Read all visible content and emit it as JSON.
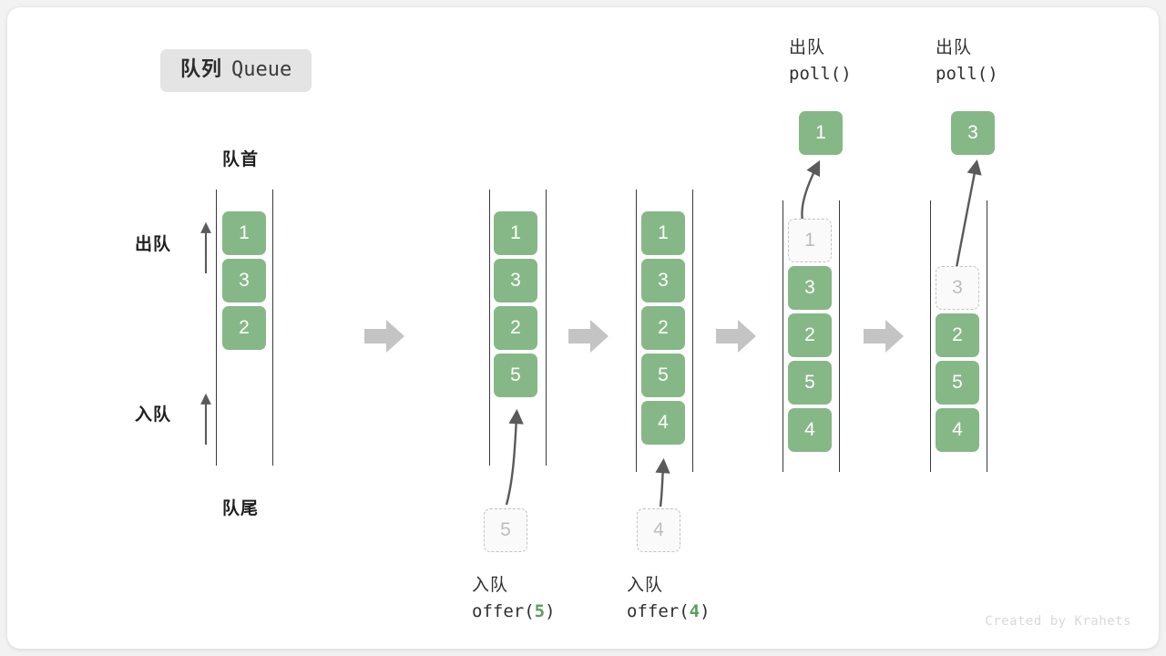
{
  "title": {
    "cn": "队列",
    "en": "Queue"
  },
  "labels": {
    "head": "队首",
    "tail": "队尾",
    "dequeue_side": "出队",
    "enqueue_side": "入队"
  },
  "colors": {
    "cell_green": "#86b887",
    "ghost_fill": "#fafafa",
    "ghost_border": "#c3c3c3",
    "rail": "#3a3a3a",
    "flow_arrow": "#c4c4c4",
    "badge_bg": "#e4e4e4",
    "text_dark": "#1f1f1f",
    "arg_green": "#5a9e5e",
    "watermark": "#d9d9d9"
  },
  "stages": [
    {
      "id": "initial",
      "cells": [
        "1",
        "3",
        "2"
      ],
      "ghost_index": null,
      "pending": null,
      "popped": null,
      "caption": null,
      "top_label": null
    },
    {
      "id": "offer-5",
      "cells": [
        "1",
        "3",
        "2",
        "5"
      ],
      "ghost_index": null,
      "pending": "5",
      "popped": null,
      "caption": {
        "cn": "入队",
        "fn": "offer(",
        "arg": "5",
        "fn_end": ")"
      },
      "top_label": null
    },
    {
      "id": "offer-4",
      "cells": [
        "1",
        "3",
        "2",
        "5",
        "4"
      ],
      "ghost_index": null,
      "pending": "4",
      "popped": null,
      "caption": {
        "cn": "入队",
        "fn": "offer(",
        "arg": "4",
        "fn_end": ")"
      },
      "top_label": null
    },
    {
      "id": "poll-1",
      "cells": [
        "1",
        "3",
        "2",
        "5",
        "4"
      ],
      "ghost_index": 0,
      "pending": null,
      "popped": "1",
      "caption": null,
      "top_label": {
        "cn": "出队",
        "fn": "poll()"
      }
    },
    {
      "id": "poll-3",
      "cells": [
        "3",
        "2",
        "5",
        "4"
      ],
      "ghost_index": 0,
      "pending": null,
      "popped": "3",
      "caption": null,
      "top_label": {
        "cn": "出队",
        "fn": "poll()"
      }
    }
  ],
  "watermark": "Created by Krahets"
}
